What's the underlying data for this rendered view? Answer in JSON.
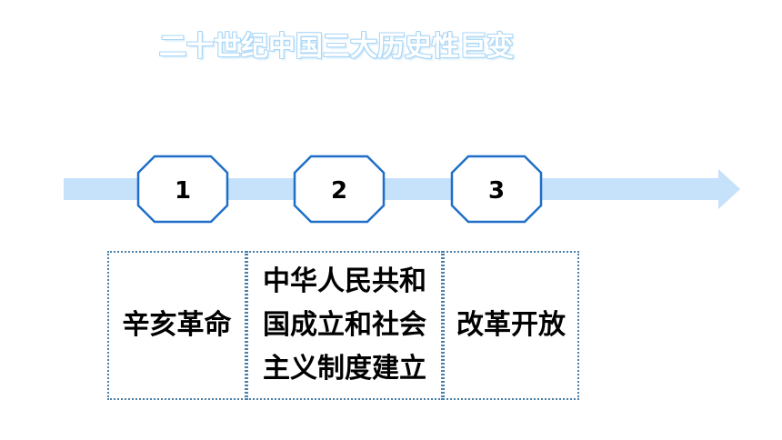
{
  "title": "二十世纪中国三大历史性巨变",
  "colors": {
    "arrow": "#c6e1fa",
    "node_stroke": "#1f6fc8",
    "box_border": "#4a7fa8",
    "title_outline": "#a9d6f5"
  },
  "nodes": [
    {
      "label": "1"
    },
    {
      "label": "2"
    },
    {
      "label": "3"
    }
  ],
  "boxes": [
    {
      "text": "辛亥革命"
    },
    {
      "text": "中华人民共和\n国成立和社会\n主义制度建立"
    },
    {
      "text": "改革开放"
    }
  ]
}
